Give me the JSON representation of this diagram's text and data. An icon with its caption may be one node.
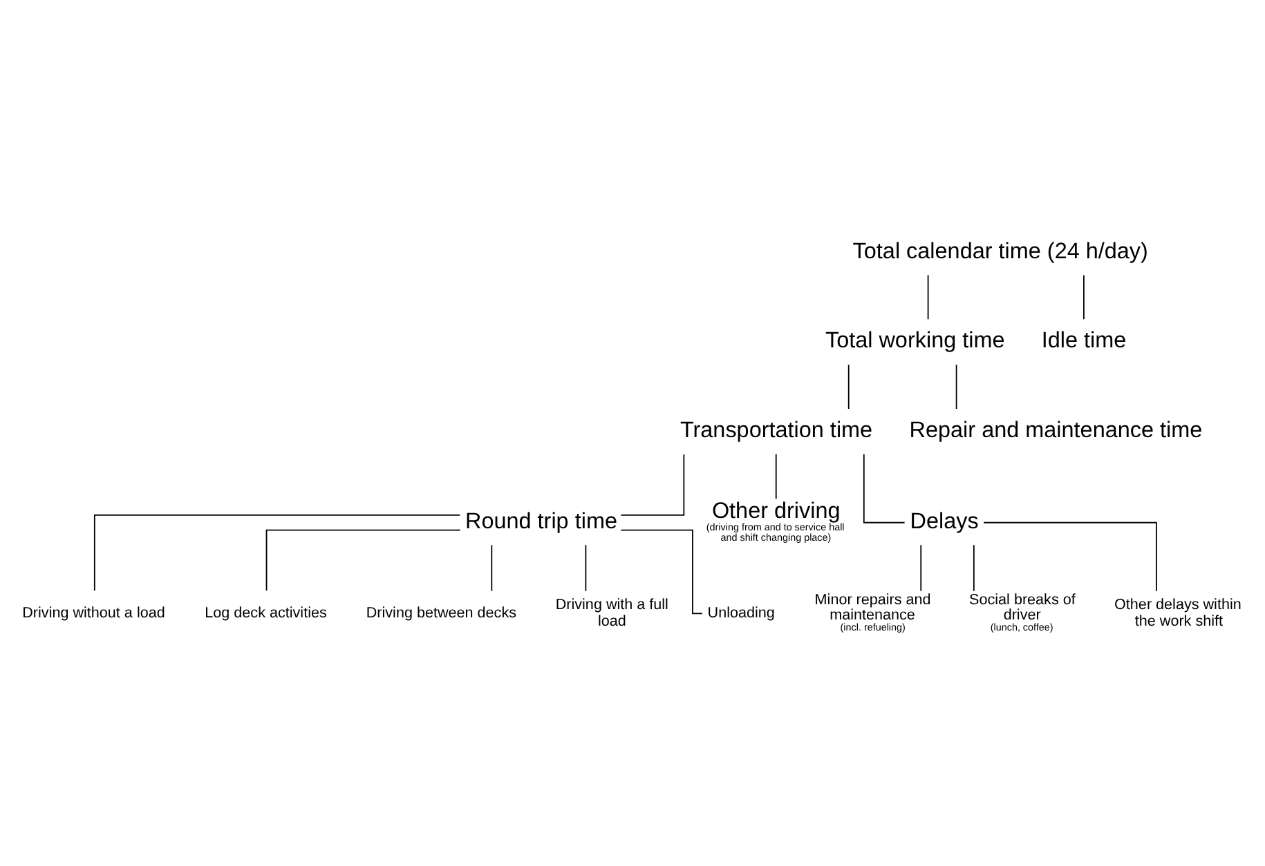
{
  "diagram": {
    "nodes": [
      {
        "text": [
          "Total calendar time (24 h/day)"
        ]
      },
      {
        "text": [
          "Total working time"
        ]
      },
      {
        "text": [
          "Idle time"
        ]
      },
      {
        "text": [
          "Transportation time"
        ]
      },
      {
        "text": [
          "Repair and maintenance time"
        ]
      },
      {
        "text": [
          "Round trip time"
        ]
      },
      {
        "text": [
          "Other driving",
          "(driving from and to service hall and shift changing place)"
        ]
      },
      {
        "text": [
          "Delays"
        ]
      },
      {
        "text": [
          "Driving without a load"
        ]
      },
      {
        "text": [
          "Log deck activities"
        ]
      },
      {
        "text": [
          "Driving between decks"
        ]
      },
      {
        "text": [
          "Driving with a full load"
        ]
      },
      {
        "text": [
          "Unloading"
        ]
      },
      {
        "text": [
          "Minor repairs and maintenance",
          "(incl. refueling)"
        ]
      },
      {
        "text": [
          "Social breaks of driver",
          "(lunch, coffee)"
        ]
      },
      {
        "text": [
          "Other delays within the work shift"
        ]
      }
    ],
    "edges": [
      {
        "from": 0,
        "to": 1,
        "arrow": "none"
      },
      {
        "from": 0,
        "to": 2,
        "arrow": "none"
      },
      {
        "from": 1,
        "to": 3,
        "arrow": "none"
      },
      {
        "from": 1,
        "to": 4,
        "arrow": "none"
      },
      {
        "from": 3,
        "to": 5,
        "arrow": "none"
      },
      {
        "from": 3,
        "to": 6,
        "arrow": "none"
      },
      {
        "from": 3,
        "to": 7,
        "arrow": "none"
      },
      {
        "from": 5,
        "to": 8,
        "arrow": "none"
      },
      {
        "from": 5,
        "to": 9,
        "arrow": "none"
      },
      {
        "from": 5,
        "to": 10,
        "arrow": "none"
      },
      {
        "from": 5,
        "to": 11,
        "arrow": "none"
      },
      {
        "from": 5,
        "to": 12,
        "arrow": "none"
      },
      {
        "from": 7,
        "to": 13,
        "arrow": "none"
      },
      {
        "from": 7,
        "to": 14,
        "arrow": "none"
      },
      {
        "from": 7,
        "to": 15,
        "arrow": "none"
      }
    ]
  }
}
